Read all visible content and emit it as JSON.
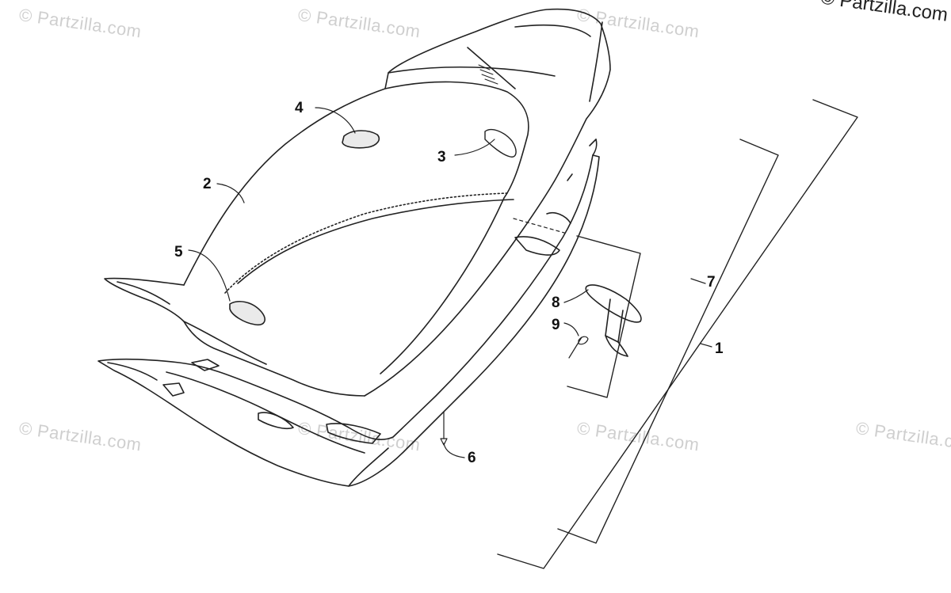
{
  "watermark": {
    "text": "© Partzilla.com"
  },
  "copyright": "© Partzilla.com",
  "callouts": {
    "c1": "1",
    "c2": "2",
    "c3": "3",
    "c4": "4",
    "c5": "5",
    "c6": "6",
    "c7": "7",
    "c8": "8",
    "c9": "9"
  },
  "colors": {
    "line": "#222222",
    "watermark": "#cfcfcf"
  }
}
